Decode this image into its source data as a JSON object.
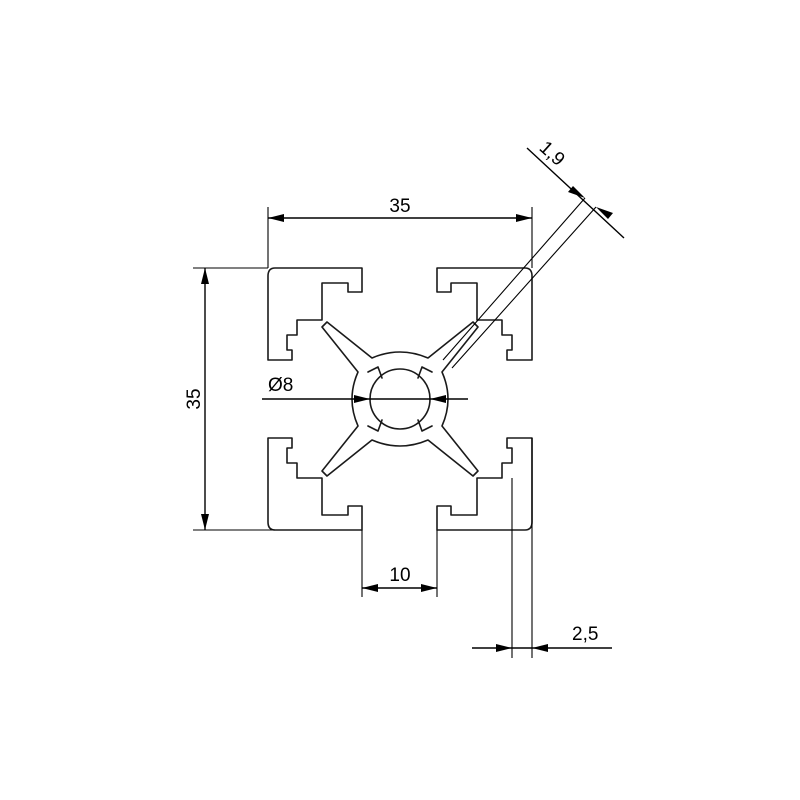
{
  "drawing": {
    "subject": "aluminium profile 35x35 cross-section",
    "dimensions": {
      "width": "35",
      "height": "35",
      "bore_diameter": "Ø8",
      "slot_width": "10",
      "wall_thickness": "2,5",
      "web_thickness": "1,9"
    }
  }
}
